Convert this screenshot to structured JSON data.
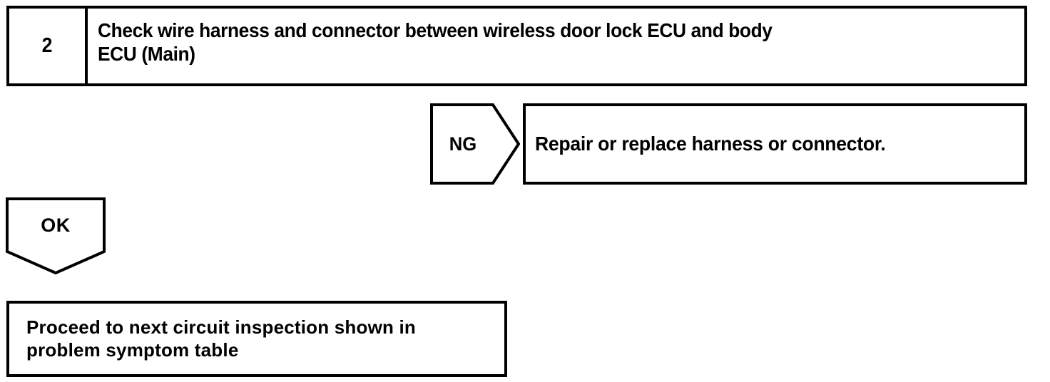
{
  "diagram": {
    "type": "troubleshooting-flowchart",
    "colors": {
      "line": "#000000",
      "background": "#ffffff",
      "text": "#000000"
    },
    "step": {
      "number": "2",
      "title": "Check wire harness and connector between wireless door lock ECU and body\nECU (Main)"
    },
    "branches": {
      "ng": {
        "label": "NG",
        "shape": "pentagon-right",
        "result": "Repair or replace harness or connector."
      },
      "ok": {
        "label": "OK",
        "shape": "pentagon-down",
        "result": "Proceed to next circuit inspection shown in\nproblem symptom table"
      }
    }
  }
}
